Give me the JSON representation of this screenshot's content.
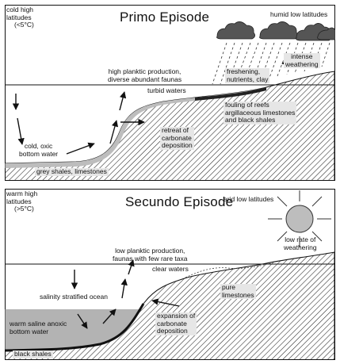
{
  "primo": {
    "title": "Primo Episode",
    "corner_label": [
      "cold high",
      "latitudes",
      "(<5°C)"
    ],
    "climate": "humid low latitudes",
    "production": [
      "high planktic production,",
      "diverse abundant faunas"
    ],
    "waters": "turbid waters",
    "freshening": [
      "freshening,",
      "nutrients, clay"
    ],
    "weathering": [
      "intense",
      "weathering"
    ],
    "fouling": [
      "fouling of reefs",
      "argillaceous  limestones",
      "and black shales"
    ],
    "retreat": [
      "retreat of",
      "carbonate",
      "deposition"
    ],
    "bottom": [
      "cold, oxic",
      "bottom water"
    ],
    "sediment": "grey shales, limestones"
  },
  "secundo": {
    "title": "Secundo Episode",
    "corner_label": [
      "warm high",
      "latitudes",
      "(>5°C)"
    ],
    "climate": "arid low latitudes",
    "weathering": [
      "low rate of",
      "weathering"
    ],
    "production": [
      "low planktic production,",
      "faunas with few rare taxa"
    ],
    "waters": "clear waters",
    "limestones": [
      "pure",
      "limestones"
    ],
    "salinity": "salinity stratified ocean",
    "bottom": [
      "warm saline anoxic",
      "bottom water"
    ],
    "expansion": [
      "expansion of",
      "carbonate",
      "deposition"
    ],
    "sediment": "black shales"
  }
}
